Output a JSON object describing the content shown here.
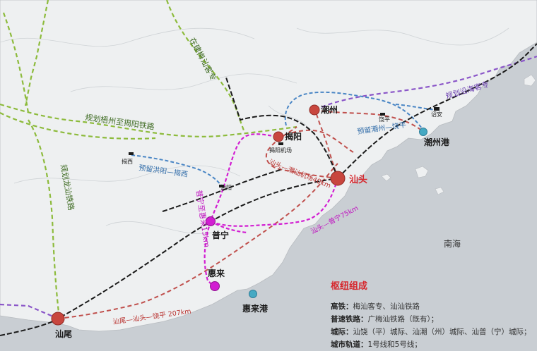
{
  "cities": {
    "chaozhou": "潮州",
    "jieyang": "揭阳",
    "shantou": "汕头",
    "puning": "普宁",
    "huilai": "惠来",
    "shanwei": "汕尾"
  },
  "stations": {
    "raoping": "饶平",
    "zhaoan": "诏安",
    "jieyang_airport": "揭阳机场",
    "hongyang": "洪阳",
    "jiexi": "揭西"
  },
  "ports": {
    "chaozhou_port": "潮州港",
    "huilai_port": "惠来港"
  },
  "water": {
    "south_sea": "南海"
  },
  "lines": {
    "meishan_under_construction_1": "在建梅",
    "meishan_under_construction_2": "汕客专",
    "planned_wuzhou_jieyang": "规划梧州至揭阳铁路",
    "planned_longshan": "规划龙汕铁路",
    "planned_coastal": "规划沿海客专",
    "reserved_chaozhou_raoping": "预留潮州—饶平",
    "reserved_hongyang_jiexi": "预留洪阳—揭西",
    "puning_huilai": "普宁至惠来15km",
    "shantou_airport": "汕头—潮汕机场40km",
    "shantou_puning": "汕头—普宁75km",
    "shanwei_raoping": "汕尾—汕头—饶平 207km"
  },
  "legend": {
    "title": "枢纽组成",
    "rows": [
      {
        "key": "高铁：",
        "value": "梅汕客专、汕汕铁路"
      },
      {
        "key": "普速铁路：",
        "value": "广梅汕铁路（既有）；"
      },
      {
        "key": "城际：",
        "value": "汕饶（平）城际、汕潮（州）城际、汕普（宁）城际；"
      },
      {
        "key": "城市轨道：",
        "value": "1号线和5号线；"
      }
    ]
  },
  "colors": {
    "hub_city": "#c8463e",
    "intercity_magenta": "#d21ed2",
    "port_teal": "#45a9c3",
    "highspeed_black": "#1a1a1a",
    "planned_green": "#8dbb3c",
    "reserved_blue": "#4a86c5",
    "coastal_purple": "#8a55c8",
    "intercity_red_dashed": "#c0504d",
    "sea": "#c9ced3",
    "land": "#eef0f1"
  }
}
